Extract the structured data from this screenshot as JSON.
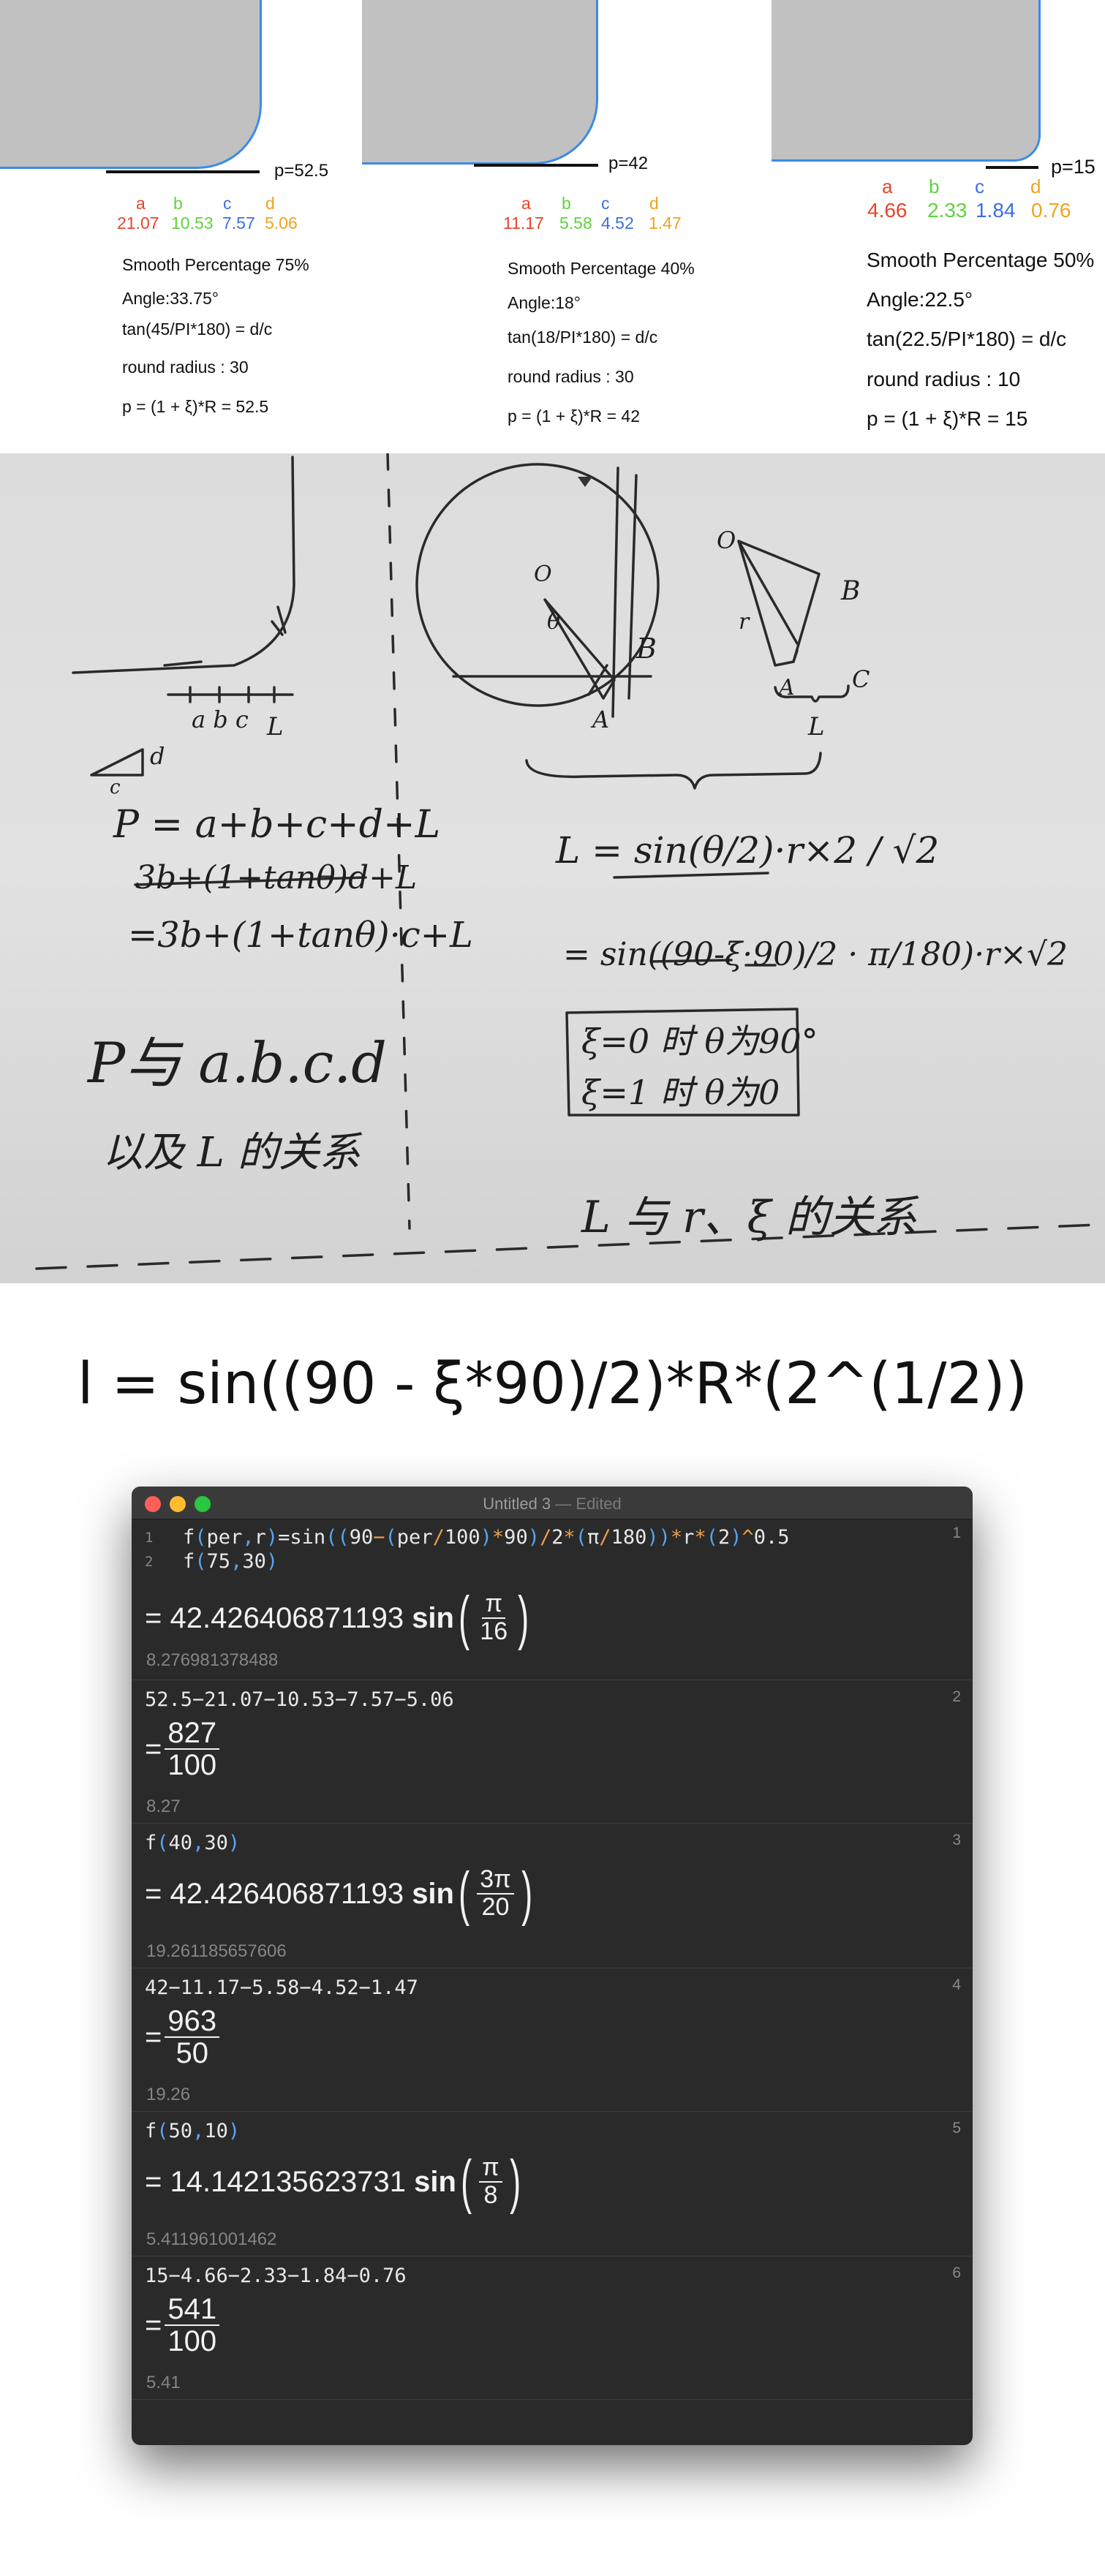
{
  "panels": [
    {
      "p_label": "p=52.5",
      "letters": [
        "a",
        "b",
        "c",
        "d"
      ],
      "values": [
        "21.07",
        "10.53",
        "7.57",
        "5.06"
      ],
      "info": [
        "Smooth Percentage 75%",
        "Angle:33.75°",
        "tan(45/PI*180) = d/c",
        "round radius : 30",
        "p = (1 + ξ)*R = 52.5"
      ]
    },
    {
      "p_label": "p=42",
      "letters": [
        "a",
        "b",
        "c",
        "d"
      ],
      "values": [
        "11.17",
        "5.58",
        "4.52",
        "1.47"
      ],
      "info": [
        "Smooth Percentage 40%",
        "Angle:18°",
        "tan(18/PI*180) = d/c",
        "round radius : 30",
        "p = (1 + ξ)*R = 42"
      ]
    },
    {
      "p_label": "p=15",
      "letters": [
        "a",
        "b",
        "c",
        "d"
      ],
      "values": [
        "4.66",
        "2.33",
        "1.84",
        "0.76"
      ],
      "info": [
        "Smooth Percentage 50%",
        "Angle:22.5°",
        "tan(22.5/PI*180) = d/c",
        "round radius : 10",
        "p = (1 + ξ)*R = 15"
      ]
    }
  ],
  "photo": {
    "labels_left": [
      "a b c",
      "L",
      "c",
      "d"
    ],
    "eq1": "P = a+b+c+d+L",
    "eq2_struck": "3b+(1+tanθ)d+L",
    "eq3": "=3b+(1+tanθ)·c+L",
    "caption_left_1": "P与 a.b.c.d",
    "caption_left_2": "以及 L 的关系",
    "labels_right": [
      "O",
      "θ",
      "B",
      "A",
      "O",
      "B",
      "A",
      "C",
      "r",
      "L"
    ],
    "eq_r1": "L = sin(θ/2)·r×2 / √2",
    "eq_r2": "= sin((90-ξ·90)/2 · π/180)·r×√2",
    "box_1": "ξ=0 时  θ为90°",
    "box_2": "ξ=1 时  θ为0",
    "caption_right": "L 与 r、ξ 的关系"
  },
  "formula": "l = sin((90 - ξ*90)/2)*R*(2^(1/2))",
  "calc": {
    "title": "Untitled 3",
    "title_status": " — Edited",
    "line1": "f(per,r)=sin((90−(per/100)*90)/2*(π/180))*r*(2)^0.5",
    "line2": "f(75,30)",
    "blocks": [
      {
        "num": "1",
        "result_prefix": "= 42.426406871193",
        "fn": "sin",
        "frac_num": "π",
        "frac_den": "16",
        "approx": "8.276981378488"
      },
      {
        "num": "2",
        "expr": "52.5−21.07−10.53−7.57−5.06",
        "frac_num": "827",
        "frac_den": "100",
        "approx": "8.27"
      },
      {
        "num": "3",
        "expr": "f(40,30)",
        "result_prefix": "= 42.426406871193",
        "fn": "sin",
        "frac_num": "3π",
        "frac_den": "20",
        "approx": "19.261185657606"
      },
      {
        "num": "4",
        "expr": "42−11.17−5.58−4.52−1.47",
        "frac_num": "963",
        "frac_den": "50",
        "approx": "19.26"
      },
      {
        "num": "5",
        "expr": "f(50,10)",
        "result_prefix": "= 14.142135623731",
        "fn": "sin",
        "frac_num": "π",
        "frac_den": "8",
        "approx": "5.411961001462"
      },
      {
        "num": "6",
        "expr": "15−4.66−2.33−1.84−0.76",
        "frac_num": "541",
        "frac_den": "100",
        "approx": "5.41"
      }
    ]
  }
}
